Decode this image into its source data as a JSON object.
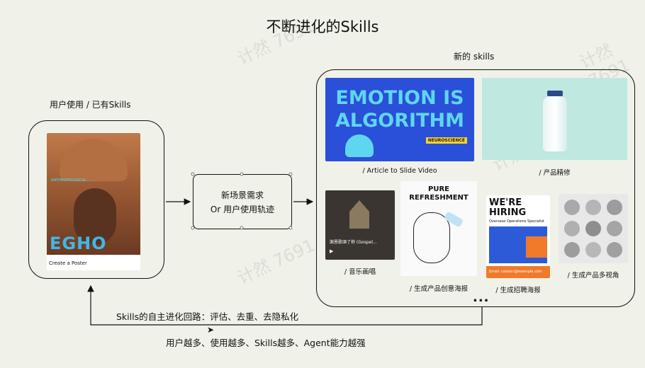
{
  "title": "不断进化的Skills",
  "left": {
    "heading": "用户使用 / 已有Skills",
    "poster_brand": "EGHO",
    "poster_caption": "Create a Poster"
  },
  "middle": {
    "line1": "新场景需求",
    "line2": "Or 用户使用轨迹"
  },
  "right": {
    "heading": "新的 skills",
    "cards": [
      {
        "caption": "/ Article to Slide Video",
        "text1": "EMOTION IS",
        "text2": "ALGORITHM",
        "badge": "NEUROSCIENCE"
      },
      {
        "caption": "/ 产品精修"
      },
      {
        "caption": "/ 音乐画唱",
        "song": "謝恩歌頌了祢 (Gospel..."
      },
      {
        "caption": "/ 生成产品创意海报",
        "text1": "PURE",
        "text2": "REFRESHMENT"
      },
      {
        "caption": "/ 生成招聘海报",
        "text1": "WE'RE",
        "text2": "HIRING",
        "sub": "Overseas Operations Specialist",
        "email": "Email: careers@example.com"
      },
      {
        "caption": "/ 生成产品多视角"
      }
    ],
    "more": "..."
  },
  "loop_text": "Skills的自主进化回路：评估、去重、去隐私化",
  "bottom_text": "用户越多、使用越多、Skills越多、Agent能力越强",
  "watermarks": [
    "计然 7691",
    "计然 7691",
    "计然 7691",
    "计然 7691"
  ]
}
